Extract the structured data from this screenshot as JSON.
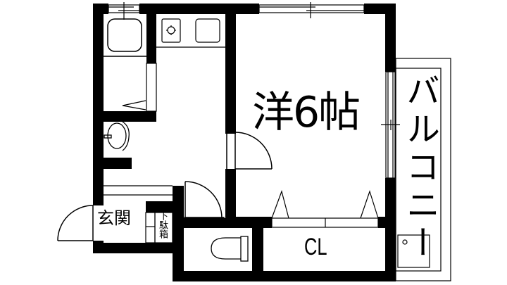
{
  "floor_plan": {
    "rooms": {
      "main_room": {
        "label": "洋6帖",
        "type": "Western-style room",
        "size_jo": 6
      },
      "balcony": {
        "label": "バルコニー"
      },
      "entrance": {
        "label": "玄関"
      },
      "shoe_cabinet": {
        "label": "下駄箱"
      },
      "closet": {
        "label": "CL"
      }
    },
    "fixtures": [
      "bathtub",
      "kitchen-sink",
      "gas-stove",
      "washbasin",
      "toilet",
      "washing-machine-pan"
    ],
    "colors": {
      "wall": "#000000",
      "background": "#ffffff",
      "line": "#000000"
    }
  }
}
